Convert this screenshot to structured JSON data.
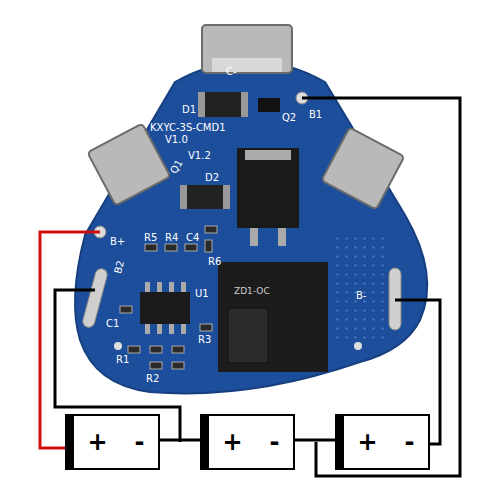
{
  "diagram": {
    "nodes": [
      {
        "text": [
          "+",
          "-"
        ]
      },
      {
        "text": [
          "+",
          "-"
        ]
      },
      {
        "text": [
          "+",
          "-"
        ]
      }
    ],
    "edges": [
      {
        "from": 0,
        "to": 1,
        "arrow": "none"
      },
      {
        "from": 1,
        "to": 2,
        "arrow": "none"
      }
    ],
    "labels": [
      "C-",
      "D1",
      "KXYC-3S-CMD1",
      "V1.0",
      "Q2",
      "B1",
      "V1.2",
      "Q1",
      "D2",
      "B+",
      "R5",
      "R4",
      "C4",
      "R6",
      "B2",
      "U1",
      "C1",
      "R3",
      "R1",
      "R2",
      "B-",
      "ZD1-OC"
    ]
  }
}
